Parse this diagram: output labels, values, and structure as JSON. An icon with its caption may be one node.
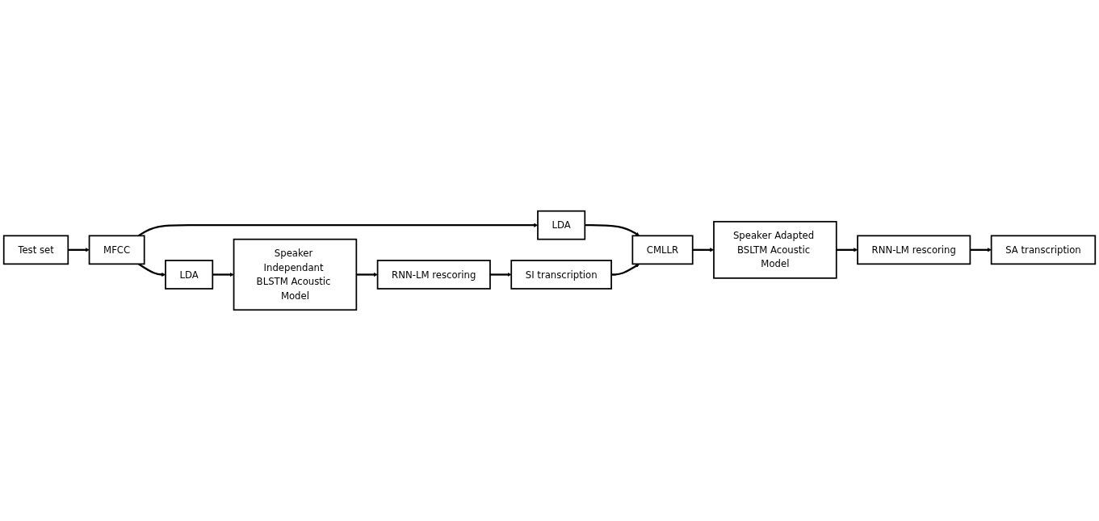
{
  "diagram": {
    "nodes": [
      {
        "text": [
          "Test set"
        ]
      },
      {
        "text": [
          "MFCC"
        ]
      },
      {
        "text": [
          "LDA"
        ]
      },
      {
        "text": [
          "CMLLR"
        ]
      },
      {
        "text": [
          "Speaker Adapted BSLTM Acoustic Model"
        ]
      },
      {
        "text": [
          "RNN-LM rescoring"
        ]
      },
      {
        "text": [
          "SA transcription"
        ]
      },
      {
        "text": [
          "LDA"
        ]
      },
      {
        "text": [
          "Speaker Independant BLSTM Acoustic Model"
        ]
      },
      {
        "text": [
          "RNN-LM rescoring"
        ]
      },
      {
        "text": [
          "SI transcription"
        ]
      }
    ],
    "edges": [
      {
        "from": 0,
        "to": 1,
        "arrow": "to"
      },
      {
        "from": 1,
        "to": 2,
        "arrow": "to"
      },
      {
        "from": 2,
        "to": 3,
        "arrow": "to"
      },
      {
        "from": 3,
        "to": 4,
        "arrow": "to"
      },
      {
        "from": 4,
        "to": 5,
        "arrow": "to"
      },
      {
        "from": 5,
        "to": 6,
        "arrow": "to"
      },
      {
        "from": 1,
        "to": 7,
        "arrow": "to"
      },
      {
        "from": 7,
        "to": 8,
        "arrow": "to"
      },
      {
        "from": 8,
        "to": 9,
        "arrow": "to"
      },
      {
        "from": 9,
        "to": 10,
        "arrow": "to"
      },
      {
        "from": 10,
        "to": 3,
        "arrow": "to"
      }
    ]
  }
}
